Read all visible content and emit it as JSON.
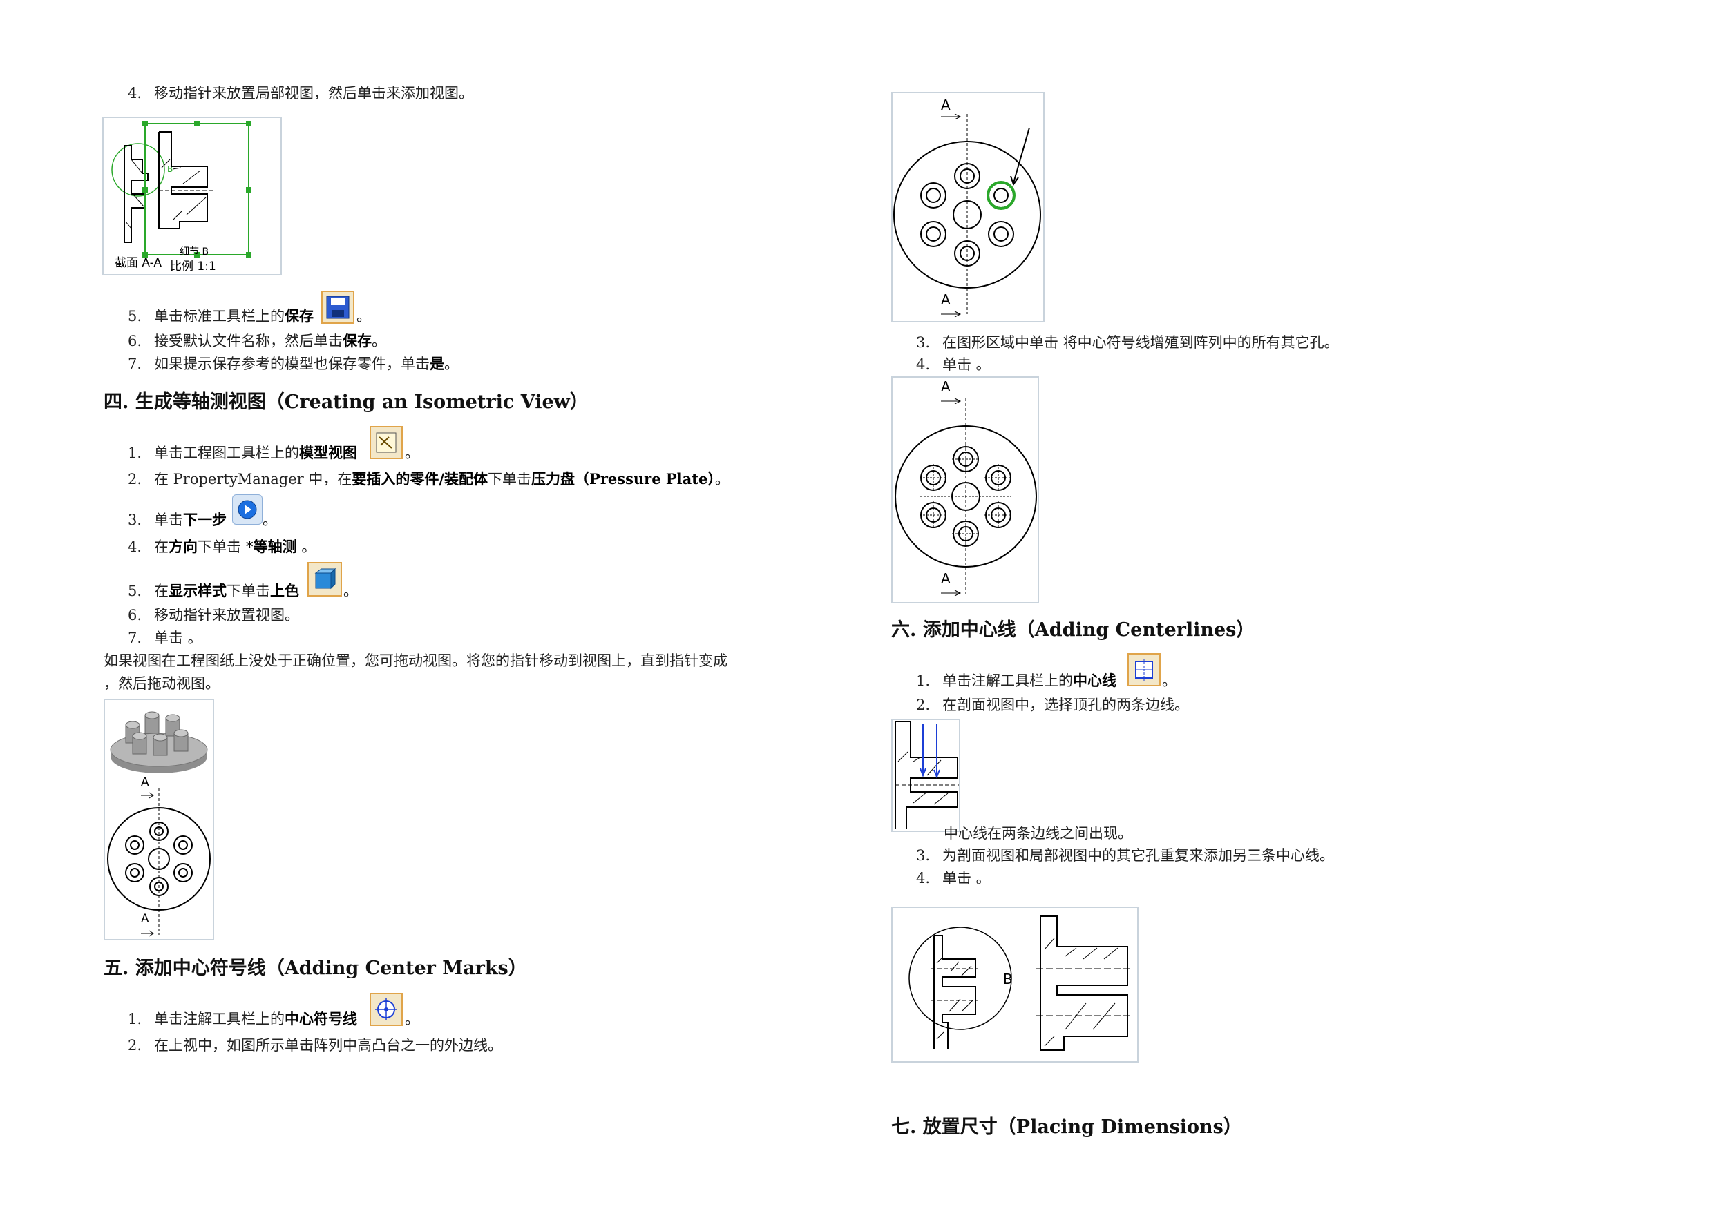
{
  "left": {
    "step4": {
      "num": "4.",
      "text": "移动指针来放置局部视图，然后单击来添加视图。"
    },
    "fig1": {
      "section_label": "截面 A-A",
      "detail_label": "细节 B",
      "scale_label": "比例 1:1",
      "circle_label": "B"
    },
    "step5": {
      "num": "5.",
      "pre": "单击标准工具栏上的",
      "bold": "保存",
      "post": "。"
    },
    "step6": {
      "num": "6.",
      "pre": "接受默认文件名称，然后单击",
      "bold": "保存",
      "post": "。"
    },
    "step7": {
      "num": "7.",
      "pre": "如果提示保存参考的模型也保存零件，单击",
      "bold": "是",
      "post": "。"
    },
    "section4": {
      "title": "四. 生成等轴测视图（Creating an Isometric View）"
    },
    "s4_step1": {
      "num": "1.",
      "pre": "单击工程图工具栏上的",
      "bold": "模型视图",
      "post": "。"
    },
    "s4_step2": {
      "num": "2.",
      "pre": "在 PropertyManager 中，在",
      "bold1": "要插入的零件/装配体",
      "mid": "下单击",
      "bold2": "压力盘（Pressure Plate）",
      "post": "。"
    },
    "s4_step3": {
      "num": "3.",
      "pre": "单击",
      "bold": "下一步",
      "post": "。"
    },
    "s4_step4": {
      "num": "4.",
      "pre": "在",
      "bold1": "方向",
      "mid": "下单击 ",
      "bold2": "*等轴测",
      "post": " 。"
    },
    "s4_step5": {
      "num": "5.",
      "pre": "在",
      "bold1": "显示样式",
      "mid": "下单击",
      "bold2": "上色",
      "post": "。"
    },
    "s4_step6": {
      "num": "6.",
      "text": "移动指针来放置视图。"
    },
    "s4_step7": {
      "num": "7.",
      "text": "单击 。"
    },
    "s4_para_line1": "如果视图在工程图纸上没处于正确位置，您可拖动视图。将您的指针移动到视图上，直到指针变成",
    "s4_para_line2": "，然后拖动视图。",
    "fig2": {
      "label_top": "A",
      "label_bottom": "A"
    },
    "section5": {
      "title": "五. 添加中心符号线（Adding Center Marks）"
    },
    "s5_step1": {
      "num": "1.",
      "pre": "单击注解工具栏上的",
      "bold": "中心符号线",
      "post": "。"
    },
    "s5_step2": {
      "num": "2.",
      "text": "在上视中，如图所示单击阵列中高凸台之一的外边线。"
    }
  },
  "right": {
    "fig3": {
      "label_top": "A",
      "label_bottom": "A"
    },
    "step3": {
      "num": "3.",
      "text": "在图形区域中单击 将中心符号线增殖到阵列中的所有其它孔。"
    },
    "step4": {
      "num": "4.",
      "text": "单击 。"
    },
    "fig4": {
      "label_top": "A",
      "label_bottom": "A"
    },
    "section6": {
      "title": "六. 添加中心线（Adding Centerlines）"
    },
    "s6_step1": {
      "num": "1.",
      "pre": "单击注解工具栏上的",
      "bold": "中心线",
      "post": "。"
    },
    "s6_step2": {
      "num": "2.",
      "text": "在剖面视图中，选择顶孔的两条边线。"
    },
    "s6_note": "中心线在两条边线之间出现。",
    "s6_step3": {
      "num": "3.",
      "text": "为剖面视图和局部视图中的其它孔重复来添加另三条中心线。"
    },
    "s6_step4": {
      "num": "4.",
      "text": "单击 。"
    },
    "fig6": {
      "circle_label": "B"
    },
    "section7": {
      "title": "七. 放置尺寸（Placing Dimensions）"
    }
  },
  "colors": {
    "green": "#2aa82a",
    "blue": "#1c3fd6",
    "border": "#c9d3dc",
    "toolbar_icon_border": "#e0a44a"
  }
}
